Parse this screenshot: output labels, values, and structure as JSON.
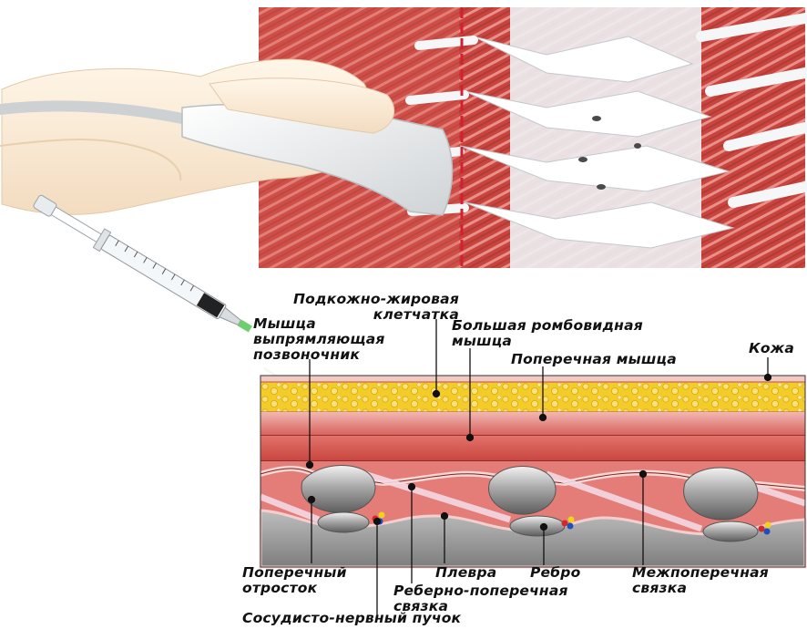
{
  "labels": {
    "subcutaneous": [
      "Подкожно-жировая",
      "клетчатка"
    ],
    "erector": [
      "Мышца",
      "выпрямляющая",
      "позвоночник"
    ],
    "rhomboid": [
      "Большая ромбовидная",
      "мышца"
    ],
    "transverse_muscle": "Поперечная мышца",
    "skin": "Кожа",
    "transverse_process": [
      "Поперечный",
      "отросток"
    ],
    "pleura": "Плевра",
    "rib": "Ребро",
    "intertransverse": [
      "Межпоперечная",
      "связка"
    ],
    "costotransverse": [
      "Реберно-поперечная",
      "связка"
    ],
    "neurovascular": "Сосудисто-нервный пучок"
  },
  "colors": {
    "fat": "#f1c419",
    "muscle": "#d9574f",
    "muscle_light": "#f0a6a4",
    "bone": "#9a9a9a",
    "pleura_gray": "#8a8a8a",
    "guide_line": "#d22030"
  }
}
